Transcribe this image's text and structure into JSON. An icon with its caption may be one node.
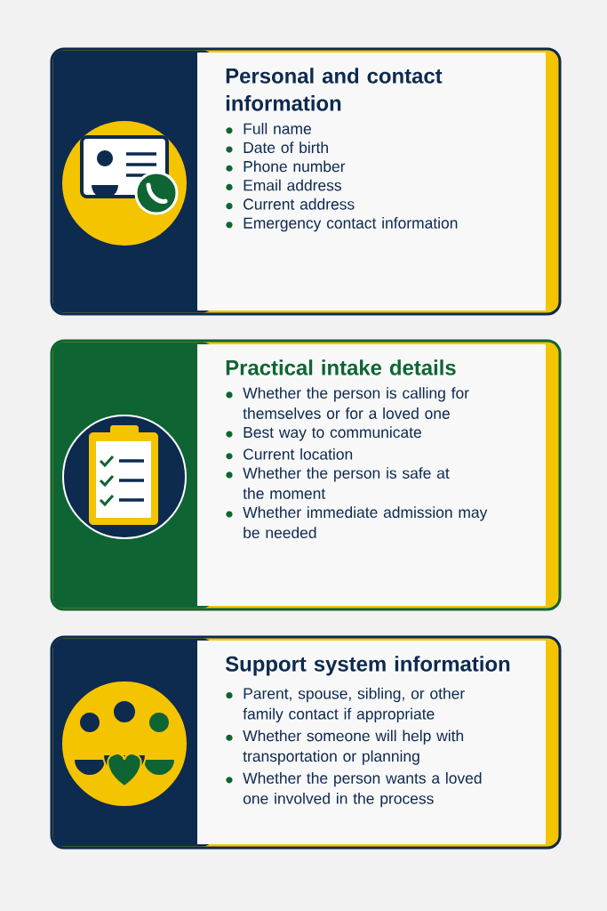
{
  "diagram": {
    "nodes": [
      {
        "text": [
          "Personal and contact information",
          "Full name",
          "Date of birth",
          "Phone number",
          "Email address",
          "Current address",
          "Emergency contact information"
        ]
      },
      {
        "text": [
          "Practical intake details",
          "Whether the person is calling for themselves or for a loved one",
          "Best way to communicate",
          "Current location",
          "Whether the person is safe at the moment",
          "Whether immediate admission may be needed"
        ]
      },
      {
        "text": [
          "Support system information",
          "Parent, spouse, sibling, or other family contact if appropriate",
          "Whether someone will help with transportation or planning",
          "Whether the person wants a loved one involved in the process"
        ]
      }
    ]
  }
}
